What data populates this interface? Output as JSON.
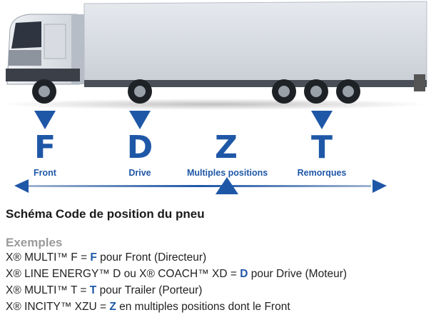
{
  "positions": [
    {
      "letter": "F",
      "label": "Front"
    },
    {
      "letter": "D",
      "label": "Drive"
    },
    {
      "letter": "Z",
      "label": "Multiples positions"
    },
    {
      "letter": "T",
      "label": "Remorques"
    }
  ],
  "title": "Schéma Code de position du pneu",
  "examples_heading": "Exemples",
  "examples": [
    {
      "before": "X® MULTI™ F = ",
      "code": "F",
      "after": " pour Front (Directeur)"
    },
    {
      "before": "X® LINE ENERGY™ D ou X® COACH™ XD = ",
      "code": "D",
      "after": " pour Drive (Moteur)"
    },
    {
      "before": "X® MULTI™ T = ",
      "code": "T",
      "after": " pour Trailer (Porteur)"
    },
    {
      "before": "X® INCITY™ XZU = ",
      "code": "Z",
      "after": " en multiples positions dont le Front"
    }
  ],
  "colors": {
    "accent": "#1f57a7",
    "heading_gray": "#9a9a9a"
  }
}
